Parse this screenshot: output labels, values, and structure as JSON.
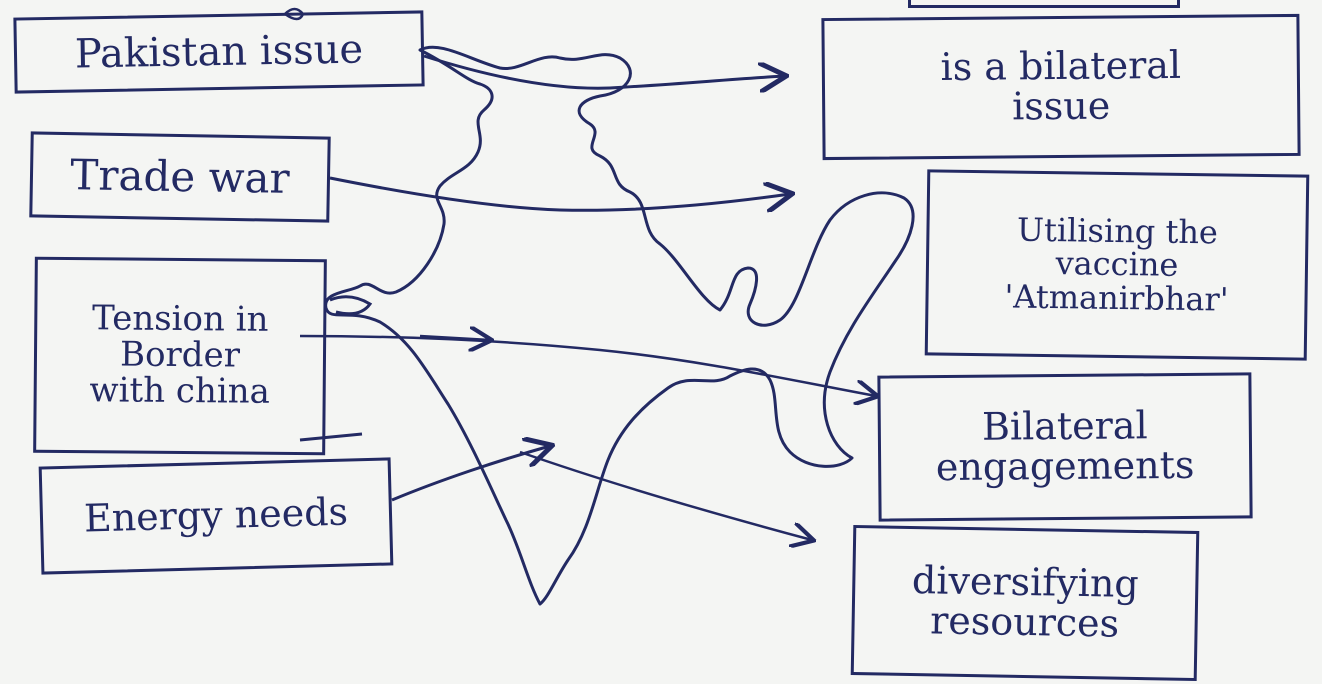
{
  "left_boxes": {
    "pakistan": "Pakistan issue",
    "trade": "Trade war",
    "tension": [
      "Tension in",
      "Border",
      "with china"
    ],
    "energy": "Energy needs"
  },
  "right_boxes": {
    "bilateral_issue": [
      "is a bilateral",
      "issue"
    ],
    "utilising": [
      "Utilising the",
      "vaccine",
      "'Atmanirbhar'"
    ],
    "engagements": [
      "Bilateral",
      "engagements"
    ],
    "diversifying": [
      "diversifying",
      "resources"
    ]
  },
  "colors": {
    "ink": "#232a63",
    "paper": "#f4f5f3"
  },
  "icons": {
    "map": "india-map-outline-icon",
    "arrow": "arrow-icon"
  }
}
